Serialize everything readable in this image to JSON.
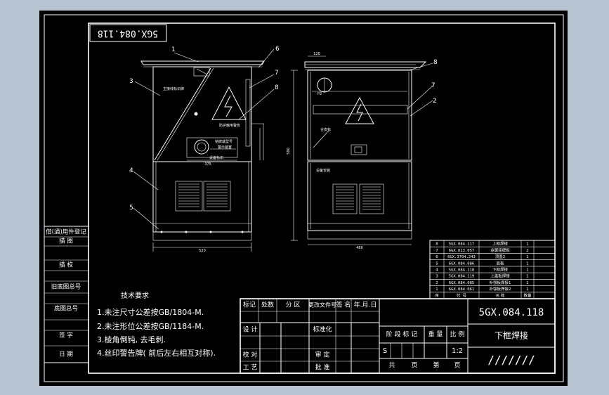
{
  "drawing_code": "5GX.084.118",
  "part_title": "下框焊接",
  "scale": "1:2",
  "material_mark": "S",
  "hatch_field": "///////",
  "tech": {
    "heading": "技术要求",
    "items": [
      "1.未注尺寸公差按GB/1804-M.",
      "2.未注形位公差按GB/1184-M.",
      "3.棱角倒钝, 去毛刺.",
      "4.丝印警告牌( 前后左右相互对称)."
    ]
  },
  "left_strip": [
    "借(通)用件登记",
    "描  图",
    "描  校",
    "旧底图总号",
    "底图总号",
    "签  字",
    "日  期"
  ],
  "title_block": {
    "row_head": [
      "标记",
      "处数",
      "分 区",
      "更改文件号",
      "签 名",
      "年.月.日"
    ],
    "design": "设 计",
    "standardize": "标准化",
    "check": "校 对",
    "process": "工 艺",
    "review": "审 定",
    "approve": "批 准",
    "stage_cols": [
      "阶 段 标 记",
      "重 量",
      "比 例"
    ],
    "sheets": [
      "共",
      "页",
      "第",
      "页"
    ]
  },
  "front_view": {
    "callouts": [
      "1",
      "6",
      "3",
      "7",
      "8",
      "4",
      "5"
    ],
    "labels": [
      "主接线标识牌",
      "防护触电警告",
      "铭牌或型号",
      "警示装置",
      "设备标识"
    ],
    "dims": [
      "520",
      "375"
    ]
  },
  "side_view": {
    "callouts": [
      "8",
      "7",
      "2"
    ],
    "labels": [
      "合皮标",
      "设备安装"
    ],
    "dims": [
      "120",
      "580",
      "480",
      "P2"
    ]
  },
  "bom": {
    "rows": [
      [
        "8",
        "5GX.084.117",
        "上框焊接",
        "1"
      ],
      [
        "7",
        "6GX.013.057",
        "金属铭牌板",
        "2"
      ],
      [
        "6",
        "6GX.3704.243",
        "顶盖2",
        "1"
      ],
      [
        "5",
        "6GX.084.086",
        "底板",
        "1"
      ],
      [
        "4",
        "5GX.084.118",
        "下框焊接",
        "1"
      ],
      [
        "3",
        "5GX.084.119",
        "上盖板焊接",
        "1"
      ],
      [
        "2",
        "6GX.084.085",
        "补强板焊接1",
        "1"
      ],
      [
        "1",
        "6GX.084.061",
        "补强板焊接2",
        "1"
      ]
    ],
    "header": [
      "序",
      "代  号",
      "名  称",
      "数量"
    ]
  }
}
